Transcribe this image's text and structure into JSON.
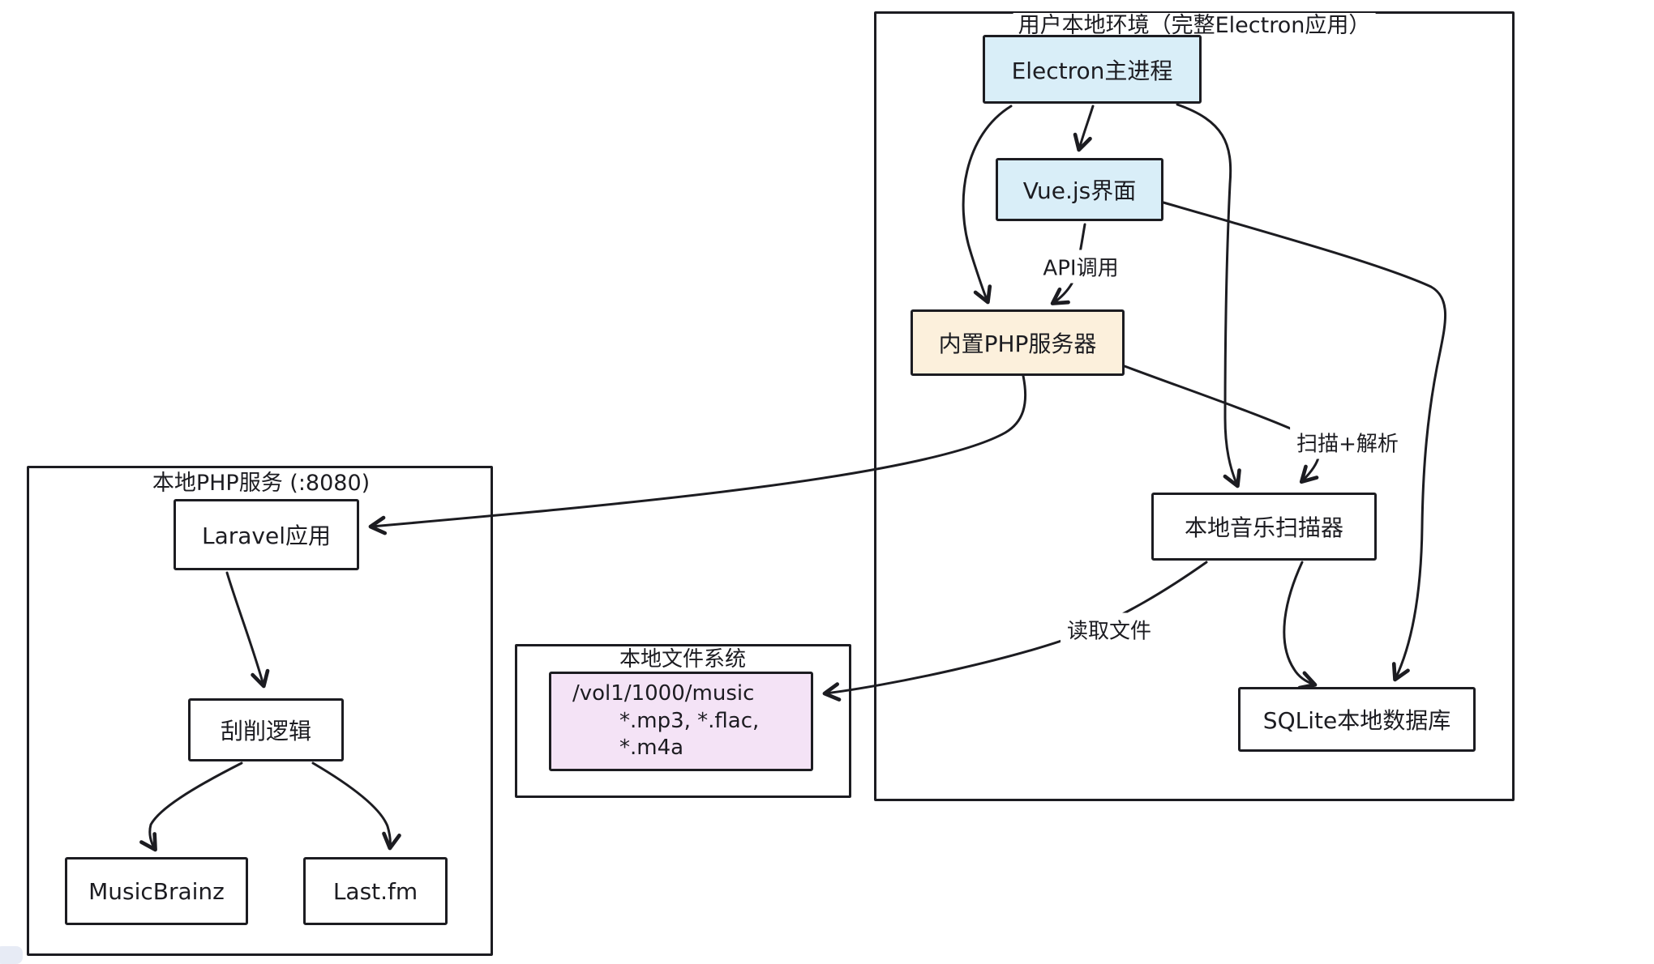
{
  "canvas": {
    "background": "#ffffff",
    "stroke_color": "#1c1c21"
  },
  "colors": {
    "blue_fill": "#d9eef8",
    "orange_fill": "#fcf0dc",
    "purple_fill": "#f4e3f6",
    "white_fill": "#ffffff"
  },
  "containers": {
    "user_env": {
      "title": "用户本地环境（完整Electron应用）"
    },
    "php_service": {
      "title": "本地PHP服务 (:8080)"
    },
    "file_system": {
      "title": "本地文件系统"
    }
  },
  "nodes": {
    "electron": {
      "label": "Electron主进程"
    },
    "vue": {
      "label": "Vue.js界面"
    },
    "php_server": {
      "label": "内置PHP服务器"
    },
    "scanner": {
      "label": "本地音乐扫描器"
    },
    "sqlite": {
      "label": "SQLite本地数据库"
    },
    "laravel": {
      "label": "Laravel应用"
    },
    "scraper": {
      "label": "刮削逻辑"
    },
    "musicbrainz": {
      "label": "MusicBrainz"
    },
    "lastfm": {
      "label": "Last.fm"
    },
    "music_path": {
      "lines": [
        "/vol1/1000/music",
        "*.mp3, *.flac,",
        "*.m4a"
      ]
    }
  },
  "edge_labels": {
    "api_call": "API调用",
    "scan_parse": "扫描+解析",
    "read_files": "读取文件"
  }
}
